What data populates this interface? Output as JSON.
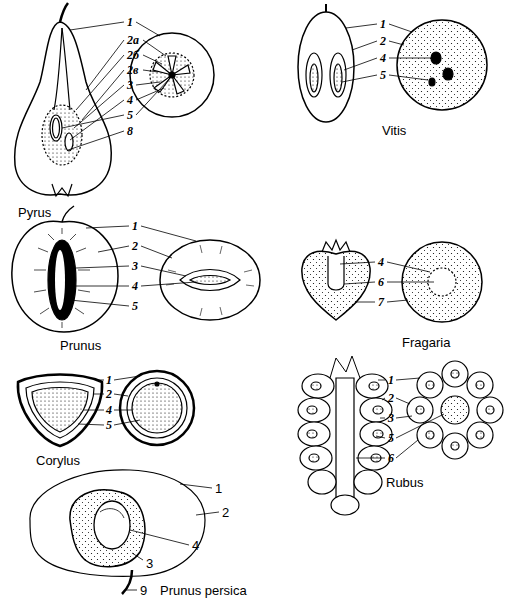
{
  "diagram": {
    "labels": [
      "1",
      "2а",
      "2б",
      "2в",
      "3",
      "4",
      "5",
      "8",
      "Pyrus",
      "1",
      "2",
      "4",
      "5",
      "Vitis",
      "1",
      "2",
      "3",
      "4",
      "5",
      "Prunus",
      "4",
      "6",
      "7",
      "Fragaria",
      "1",
      "2",
      "4",
      "5",
      "Corylus",
      "1",
      "2",
      "3",
      "5",
      "6",
      "Rubus",
      "1",
      "2",
      "4",
      "3",
      "9",
      "Prunus persica"
    ]
  }
}
